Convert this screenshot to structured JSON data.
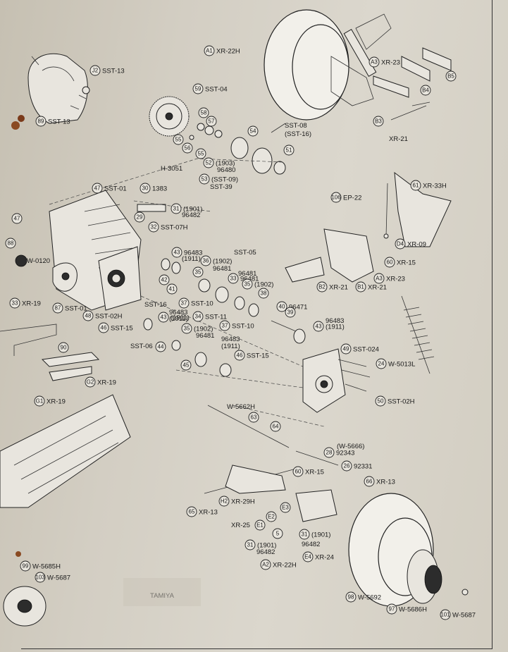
{
  "callouts": [
    {
      "id": "A1",
      "text": "XR-22H"
    },
    {
      "id": "A3",
      "text": "XR-23"
    },
    {
      "id": "J2",
      "text": "SST-13"
    },
    {
      "id": "89",
      "text": "SST-13"
    },
    {
      "id": "59",
      "text": "SST-04"
    },
    {
      "id": "58",
      "text": ""
    },
    {
      "id": "57",
      "text": ""
    },
    {
      "id": "54",
      "text": ""
    },
    {
      "id": "55",
      "text": ""
    },
    {
      "id": "56",
      "text": ""
    },
    {
      "id": "55b",
      "num": "55",
      "text": ""
    },
    {
      "id": "52",
      "text": "(1903)"
    },
    {
      "id": "53",
      "text": "(SST-09)"
    },
    {
      "id": "51",
      "text": ""
    },
    {
      "id": "B5",
      "text": ""
    },
    {
      "id": "B4",
      "text": ""
    },
    {
      "id": "B3",
      "text": ""
    },
    {
      "id": "47",
      "text": "SST-01"
    },
    {
      "id": "30",
      "text": "1383"
    },
    {
      "id": "31",
      "text": "(1901)"
    },
    {
      "id": "29",
      "text": ""
    },
    {
      "id": "32",
      "text": "SST-07H"
    },
    {
      "id": "47b",
      "num": "47",
      "text": ""
    },
    {
      "id": "88",
      "text": ""
    },
    {
      "id": "106",
      "text": "EP-22"
    },
    {
      "id": "61",
      "text": "XR-33H"
    },
    {
      "id": "D4",
      "text": "XR-09"
    },
    {
      "id": "60",
      "text": "XR-15"
    },
    {
      "id": "A3b",
      "num": "A3",
      "text": "XR-23"
    },
    {
      "id": "B2",
      "text": "XR-21"
    },
    {
      "id": "B1",
      "text": "XR-21"
    },
    {
      "id": "43",
      "text": "96483"
    },
    {
      "id": "36",
      "text": "(1902)"
    },
    {
      "id": "35",
      "text": ""
    },
    {
      "id": "33",
      "text": "96481"
    },
    {
      "id": "35b",
      "num": "35",
      "text": "(1902)"
    },
    {
      "id": "42",
      "text": ""
    },
    {
      "id": "41",
      "text": ""
    },
    {
      "id": "38",
      "text": ""
    },
    {
      "id": "40",
      "text": "96471"
    },
    {
      "id": "39",
      "text": ""
    },
    {
      "id": "37",
      "text": "SST-10"
    },
    {
      "id": "34",
      "text": "SST-11"
    },
    {
      "id": "37b",
      "num": "37",
      "text": "SST-10"
    },
    {
      "id": "43b",
      "num": "43",
      "text": "(1911)"
    },
    {
      "id": "43c",
      "num": "43",
      "text": "(1911)"
    },
    {
      "id": "33b",
      "num": "33",
      "text": "XR-19"
    },
    {
      "id": "87",
      "text": "SST-01"
    },
    {
      "id": "48",
      "text": "SST-02H"
    },
    {
      "id": "46",
      "text": "SST-15"
    },
    {
      "id": "35c",
      "num": "35",
      "text": "(1902)"
    },
    {
      "id": "44",
      "text": ""
    },
    {
      "id": "46b",
      "num": "46",
      "text": "SST-15"
    },
    {
      "id": "45",
      "text": ""
    },
    {
      "id": "49",
      "text": "SST-024"
    },
    {
      "id": "24",
      "text": "W-5013L"
    },
    {
      "id": "50",
      "text": "SST-02H"
    },
    {
      "id": "90",
      "text": ""
    },
    {
      "id": "G2",
      "text": "XR-19"
    },
    {
      "id": "G1",
      "text": "XR-19"
    },
    {
      "id": "63",
      "text": ""
    },
    {
      "id": "64",
      "text": ""
    },
    {
      "id": "28",
      "text": "92343"
    },
    {
      "id": "26",
      "text": "92331"
    },
    {
      "id": "60b",
      "num": "60",
      "text": "XR-15"
    },
    {
      "id": "66",
      "text": "XR-13"
    },
    {
      "id": "H2",
      "text": "XR-29H"
    },
    {
      "id": "65",
      "text": "XR-13"
    },
    {
      "id": "E3",
      "text": ""
    },
    {
      "id": "E2",
      "text": ""
    },
    {
      "id": "E1",
      "text": ""
    },
    {
      "id": "5",
      "text": ""
    },
    {
      "id": "31b",
      "num": "31",
      "text": "(1901)"
    },
    {
      "id": "31c",
      "num": "31",
      "text": "(1901)"
    },
    {
      "id": "E4",
      "text": "XR-24"
    },
    {
      "id": "A2",
      "text": "XR-22H"
    },
    {
      "id": "99",
      "text": "W-5685H"
    },
    {
      "id": "103",
      "text": "W-5687"
    },
    {
      "id": "98",
      "text": "W-5692"
    },
    {
      "id": "97",
      "text": "W-5686H"
    },
    {
      "id": "101",
      "text": "W-5687"
    }
  ],
  "labels": {
    "l_sst08": "SST-08",
    "l_sst16": "(SST-16)",
    "l_96480": "96480",
    "l_sst39": "SST-39",
    "l_h3051": "H-3051",
    "l_96482a": "96482",
    "l_xr21": "XR-21",
    "l_w0120": "W-0120",
    "l_sst05": "SST-05",
    "l_1911a": "(1911)",
    "l_96481a": "96481",
    "l_96481b": "96481",
    "l_sst16b": "SST-16",
    "l_96483b": "96483",
    "l_96483c": "96483",
    "l_1911d": "(1911)",
    "l_96481c": "96481",
    "l_96483d": "96483",
    "l_1911e": "(1911)",
    "l_sst06": "SST-06",
    "l_w5662h": "W-5662H",
    "l_w5666": "(W-5666)",
    "l_xr25": "XR-25",
    "l_96482b": "96482",
    "l_96482c": "96482"
  },
  "watermark": "TAMIYA"
}
